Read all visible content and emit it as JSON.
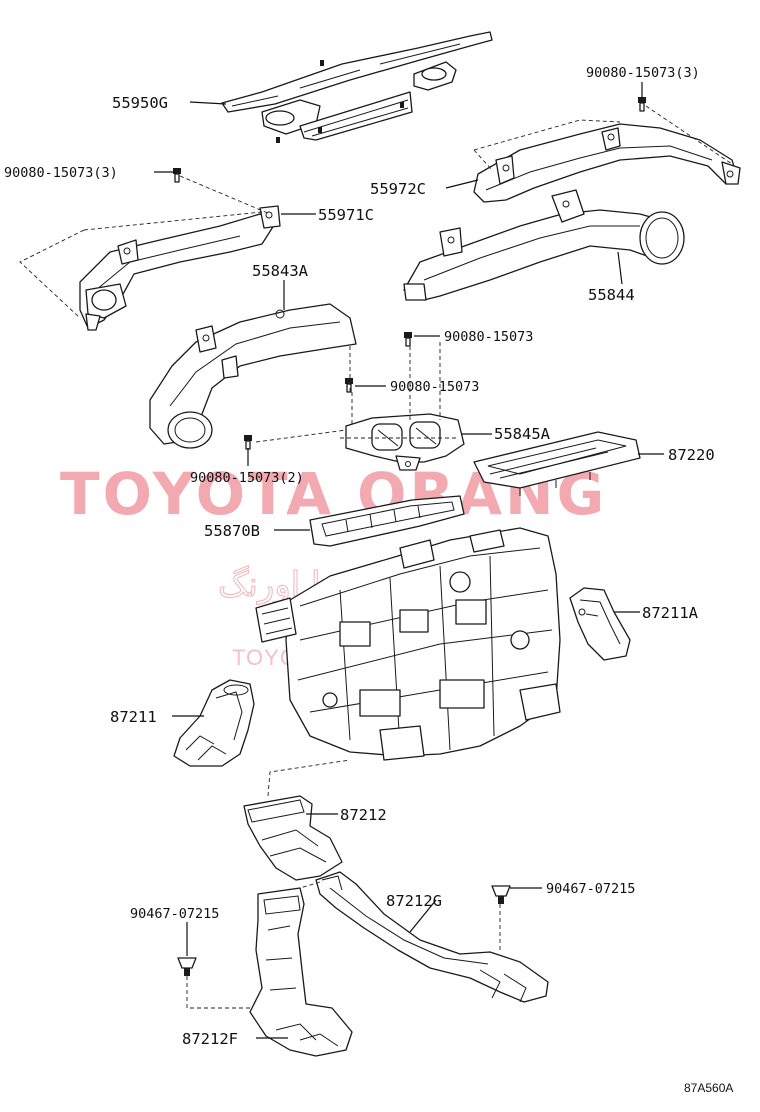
{
  "parts": {
    "p55950G": "55950G",
    "p55972C": "55972C",
    "p55971C": "55971C",
    "p55843A": "55843A",
    "p55844": "55844",
    "p55845A": "55845A",
    "p87220": "87220",
    "p55870B": "55870B",
    "p87211A": "87211A",
    "p87211": "87211",
    "p87212": "87212",
    "p87212G": "87212G",
    "p87212F": "87212F"
  },
  "fasteners": {
    "bolt_top_right": "90080-15073(3)",
    "bolt_left": "90080-15073(3)",
    "bolt_55844": "90080-15073",
    "bolt_center": "90080-15073",
    "bolt_55845A": "90080-15073(2)",
    "clip_left": "90467-07215",
    "clip_right": "90467-07215"
  },
  "watermark": {
    "brand": "TOYOTA ORANG",
    "persian": "تویوتا اورنگ",
    "site": "TOYOTAPART.IR"
  },
  "diagram_code": "87A560A"
}
